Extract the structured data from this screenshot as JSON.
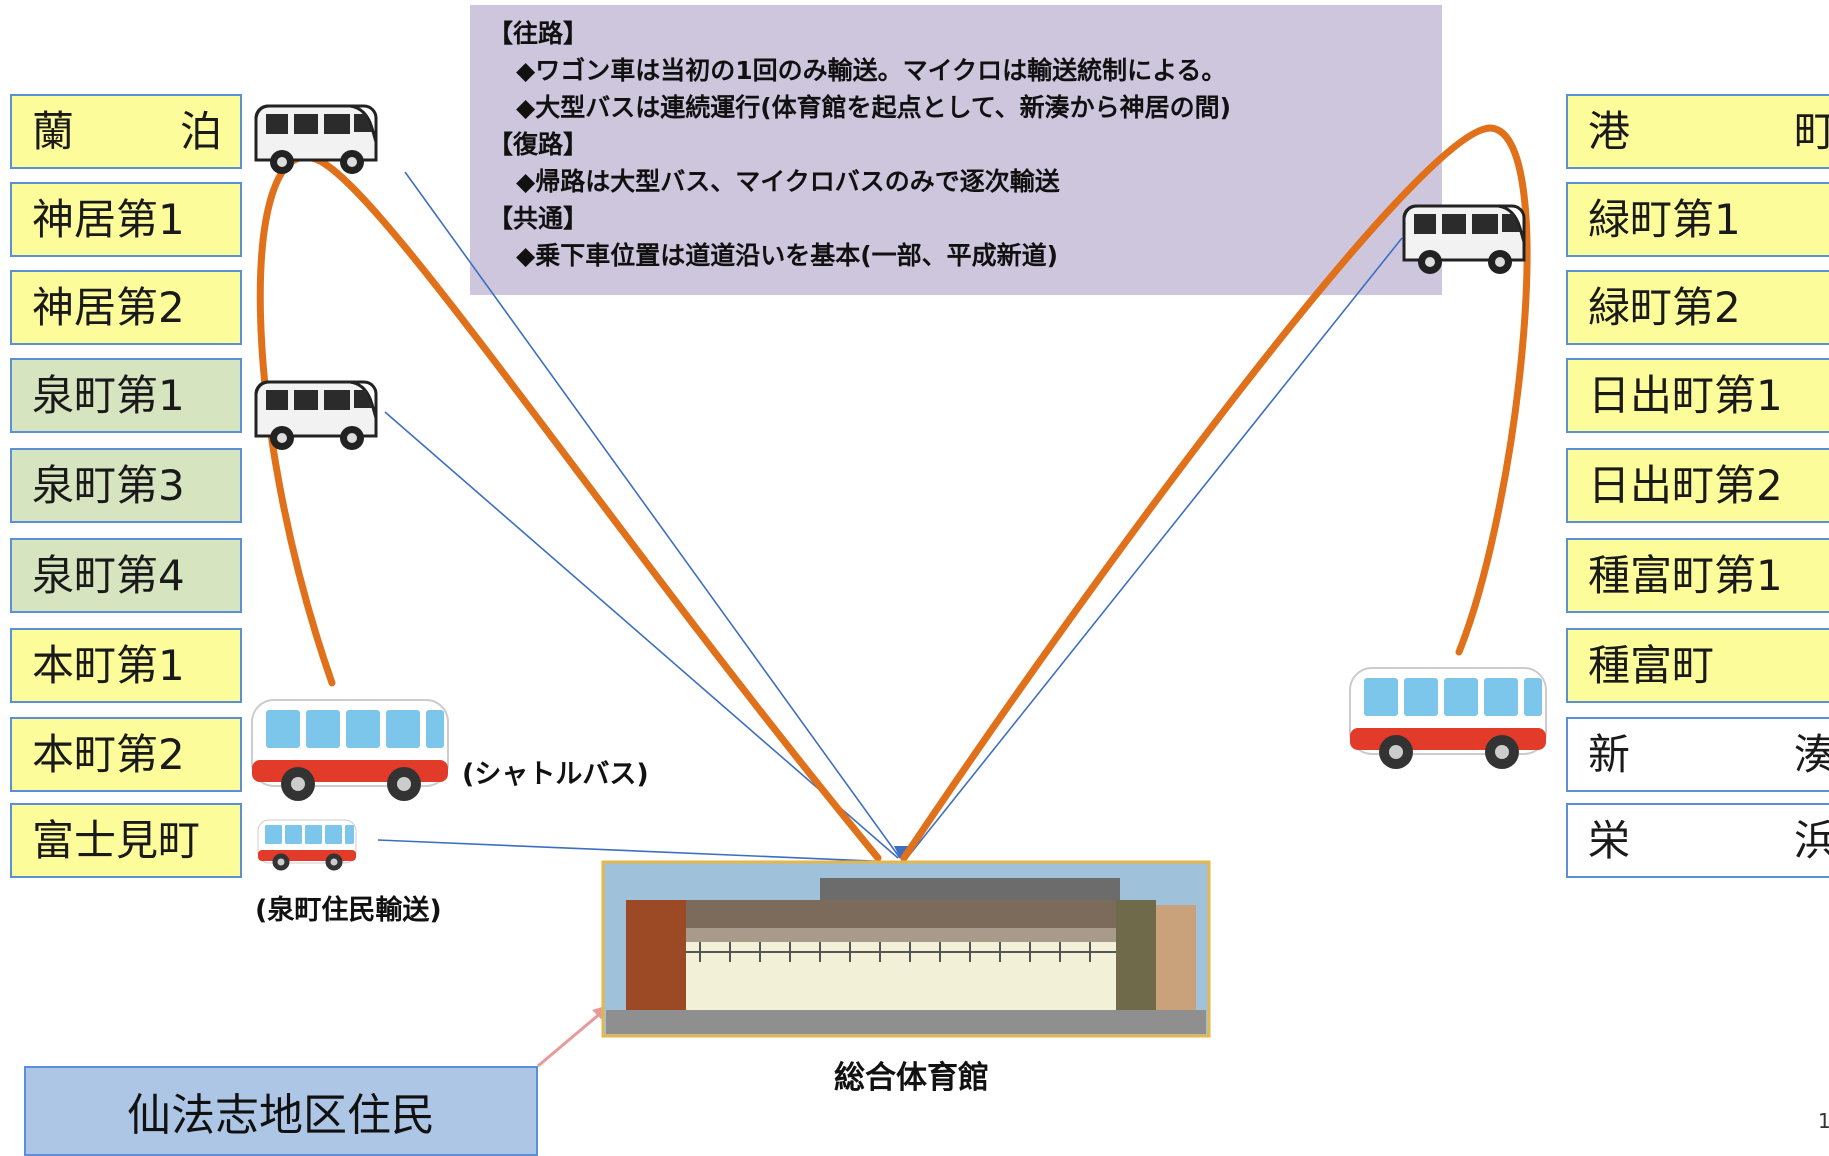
{
  "info": {
    "outbound_header": "【往路】",
    "outbound_1": "◆ワゴン車は当初の1回のみ輸送。マイクロは輸送統制による。",
    "outbound_2": "◆大型バスは連続運行(体育館を起点として、新湊から神居の間)",
    "return_header": "【復路】",
    "return_1": "◆帰路は大型バス、マイクロバスのみで逐次輸送",
    "common_header": "【共通】",
    "common_1": "◆乗下車位置は道道沿いを基本(一部、平成新道)"
  },
  "left_districts": [
    {
      "a": "蘭",
      "b": "泊"
    },
    {
      "a": "神居第1",
      "b": ""
    },
    {
      "a": "神居第2",
      "b": ""
    },
    {
      "a": "泉町第1",
      "b": ""
    },
    {
      "a": "泉町第3",
      "b": ""
    },
    {
      "a": "泉町第4",
      "b": ""
    },
    {
      "a": "本町第1",
      "b": ""
    },
    {
      "a": "本町第2",
      "b": ""
    },
    {
      "a": "富士見町",
      "b": ""
    }
  ],
  "right_districts": [
    {
      "a": "港",
      "b": "町"
    },
    {
      "a": "緑町第1",
      "b": ""
    },
    {
      "a": "緑町第2",
      "b": ""
    },
    {
      "a": "日出町第1",
      "b": ""
    },
    {
      "a": "日出町第2",
      "b": ""
    },
    {
      "a": "種富町第1",
      "b": ""
    },
    {
      "a": "種富町",
      "b": ""
    },
    {
      "a": "新",
      "b": "湊"
    },
    {
      "a": "栄",
      "b": "浜"
    }
  ],
  "labels": {
    "shuttle_bus": "(シャトルバス)",
    "izumi_transport": "(泉町住民輸送)",
    "gym": "総合体育館"
  },
  "resident": "仙法志地区住民",
  "page_number": "1",
  "colors": {
    "route_orange": "#e0701a",
    "thin_line": "#3d6fc0",
    "box_yellow": "#fdfc9a",
    "box_green": "#d7e4c0",
    "box_border": "#5b8fd6",
    "info_bg": "#cdc6dd",
    "resident_bg": "#aec6e6"
  }
}
